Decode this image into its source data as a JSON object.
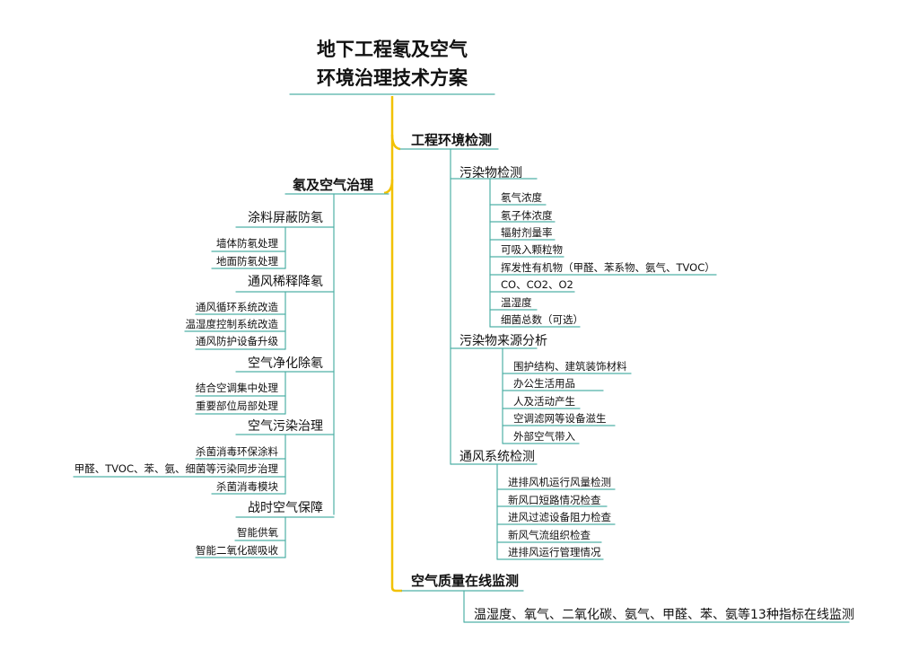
{
  "title": {
    "line1": "地下工程氡及空气",
    "line2": "环境治理技术方案"
  },
  "left": {
    "label": "氡及空气治理",
    "groups": [
      {
        "label": "涂料屏蔽防氡",
        "items": [
          "墙体防氡处理",
          "地面防氡处理"
        ]
      },
      {
        "label": "通风稀释降氡",
        "items": [
          "通风循环系统改造",
          "温湿度控制系统改造",
          "通风防护设备升级"
        ]
      },
      {
        "label": "空气净化除氡",
        "items": [
          "结合空调集中处理",
          "重要部位局部处理"
        ]
      },
      {
        "label": "空气污染治理",
        "items": [
          "杀菌消毒环保涂料",
          "甲醛、TVOC、苯、氨、细菌等污染同步治理",
          "杀菌消毒模块"
        ]
      },
      {
        "label": "战时空气保障",
        "items": [
          "智能供氧",
          "智能二氧化碳吸收"
        ]
      }
    ]
  },
  "right": {
    "detection": {
      "label": "工程环境检测",
      "groups": [
        {
          "label": "污染物检测",
          "items": [
            "氡气浓度",
            "氡子体浓度",
            "辐射剂量率",
            "可吸入颗粒物",
            "挥发性有机物（甲醛、苯系物、氨气、TVOC）",
            "CO、CO2、O2",
            "温湿度",
            "细菌总数（可选）"
          ]
        },
        {
          "label": "污染物来源分析",
          "items": [
            "围护结构、建筑装饰材料",
            "办公生活用品",
            "人及活动产生",
            "空调滤网等设备滋生",
            "外部空气带入"
          ]
        },
        {
          "label": "通风系统检测",
          "items": [
            "进排风机运行风量检测",
            "新风口短路情况检查",
            "进风过滤设备阻力检查",
            "新风气流组织检查",
            "进排风运行管理情况"
          ]
        }
      ]
    },
    "monitoring": {
      "label": "空气质量在线监测",
      "items": [
        "温湿度、氧气、二氧化碳、氨气、甲醛、苯、氨等13种指标在线监测"
      ]
    }
  },
  "colors": {
    "trunk": "#f2c100",
    "branch": "#4fb0a6",
    "text": "#111111"
  }
}
